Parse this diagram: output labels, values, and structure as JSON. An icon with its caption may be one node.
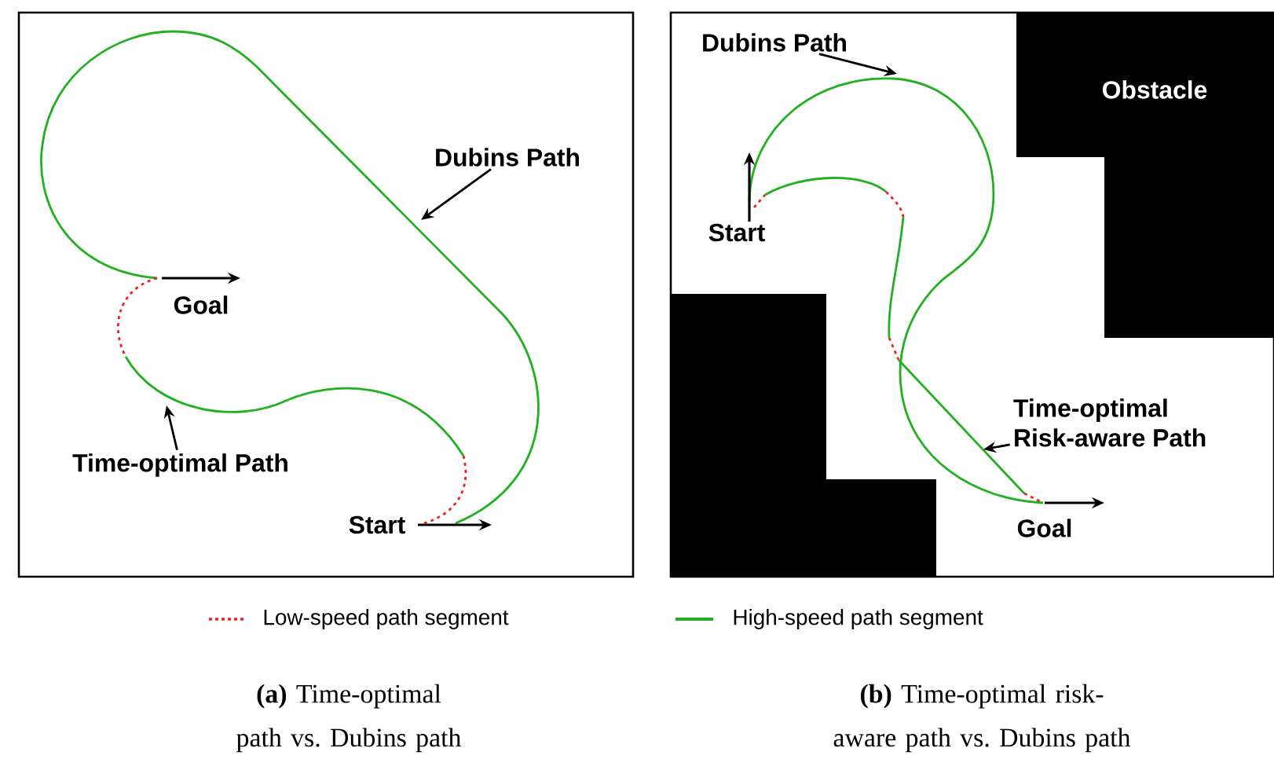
{
  "diagram": {
    "nodes": [
      {
        "text": [
          "Dubins Path"
        ]
      },
      {
        "text": [
          "Time-optimal Path"
        ]
      },
      {
        "text": [
          "Obstacle"
        ]
      },
      {
        "text": [
          "Dubins Path"
        ]
      },
      {
        "text": [
          "Time-optimal Risk-aware Path"
        ]
      },
      {
        "text": [],
        "shape": "box"
      }
    ],
    "edges": [
      {
        "from": 0,
        "to": null,
        "arrow": "to"
      },
      {
        "from": 1,
        "to": null,
        "arrow": "to"
      },
      {
        "from": 3,
        "to": null,
        "arrow": "to"
      },
      {
        "from": 4,
        "to": null,
        "arrow": "to"
      }
    ],
    "labels": [
      "Goal",
      "Start",
      "Start",
      "Goal",
      "**(a)** Time-optimal path vs. Dubins path",
      "**(b)** Time-optimal risk-aware path vs. Dubins path"
    ],
    "legend": [
      {
        "text": "Low-speed path segment"
      },
      {
        "text": "High-speed path segment"
      }
    ]
  }
}
